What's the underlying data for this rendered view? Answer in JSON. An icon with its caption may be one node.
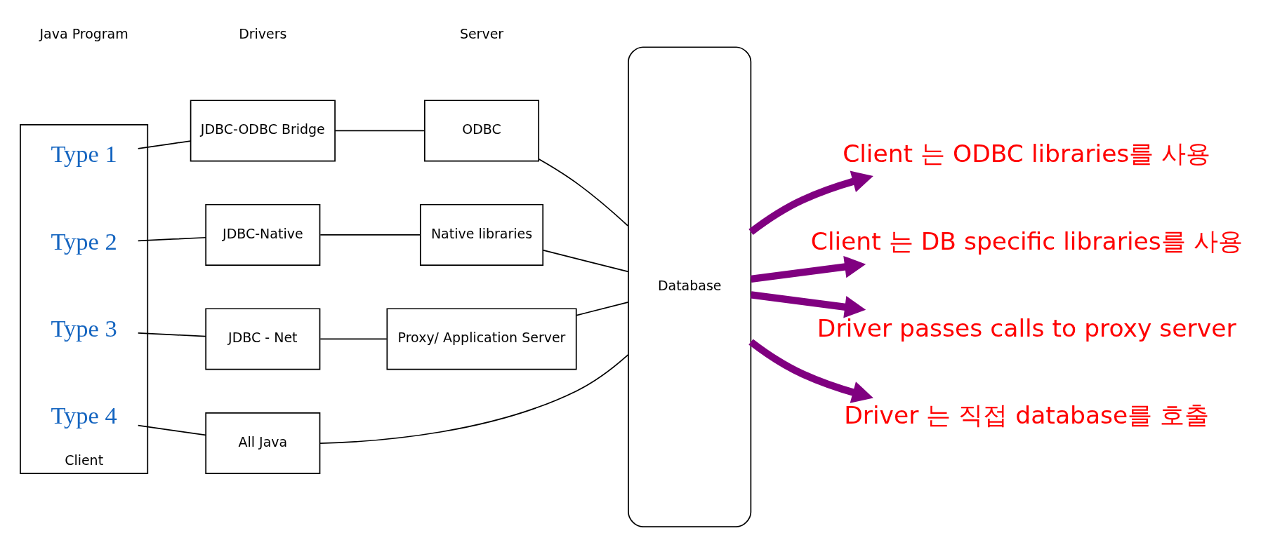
{
  "diagram": {
    "nodes": [
      {
        "text": [
          "Client"
        ]
      },
      {
        "text": [
          "Type 1"
        ],
        "in": 0
      },
      {
        "text": [
          "Type 2"
        ],
        "in": 0
      },
      {
        "text": [
          "Type 3"
        ],
        "in": 0
      },
      {
        "text": [
          "Type 4"
        ],
        "in": 0
      },
      {
        "text": [
          "JDBC-ODBC Bridge"
        ]
      },
      {
        "text": [
          "ODBC"
        ]
      },
      {
        "text": [
          "JDBC-Native"
        ]
      },
      {
        "text": [
          "Native libraries"
        ]
      },
      {
        "text": [
          "JDBC - Net"
        ]
      },
      {
        "text": [
          "Proxy/ Application Server"
        ]
      },
      {
        "text": [
          "All Java"
        ]
      },
      {
        "text": [
          "Database"
        ]
      },
      {
        "text": [
          "Client 는 ODBC libraries를 사용"
        ]
      },
      {
        "text": [
          "Client 는 DB specific libraries를 사용"
        ]
      },
      {
        "text": [
          "Driver passes calls to proxy server"
        ]
      },
      {
        "text": [
          "Driver 는 직접 database를 호출"
        ]
      }
    ],
    "edges": [
      {
        "from": 1,
        "to": 5,
        "arrow": "none"
      },
      {
        "from": 5,
        "to": 6,
        "arrow": "none"
      },
      {
        "from": 6,
        "to": 12,
        "arrow": "none"
      },
      {
        "from": 2,
        "to": 7,
        "arrow": "none"
      },
      {
        "from": 7,
        "to": 8,
        "arrow": "none"
      },
      {
        "from": 8,
        "to": 12,
        "arrow": "none"
      },
      {
        "from": 3,
        "to": 9,
        "arrow": "none"
      },
      {
        "from": 9,
        "to": 10,
        "arrow": "none"
      },
      {
        "from": 10,
        "to": 12,
        "arrow": "none"
      },
      {
        "from": 4,
        "to": 11,
        "arrow": "none"
      },
      {
        "from": 11,
        "to": 12,
        "arrow": "none"
      },
      {
        "from": 12,
        "to": 13,
        "arrow": "to",
        "style": "thick",
        "color": "#800080"
      },
      {
        "from": 12,
        "to": 14,
        "arrow": "to",
        "style": "thick",
        "color": "#800080"
      },
      {
        "from": 12,
        "to": 15,
        "arrow": "to",
        "style": "thick",
        "color": "#800080"
      },
      {
        "from": 12,
        "to": 16,
        "arrow": "to",
        "style": "thick",
        "color": "#800080"
      }
    ],
    "labels": [
      "Java Program",
      "Drivers",
      "Server"
    ]
  }
}
